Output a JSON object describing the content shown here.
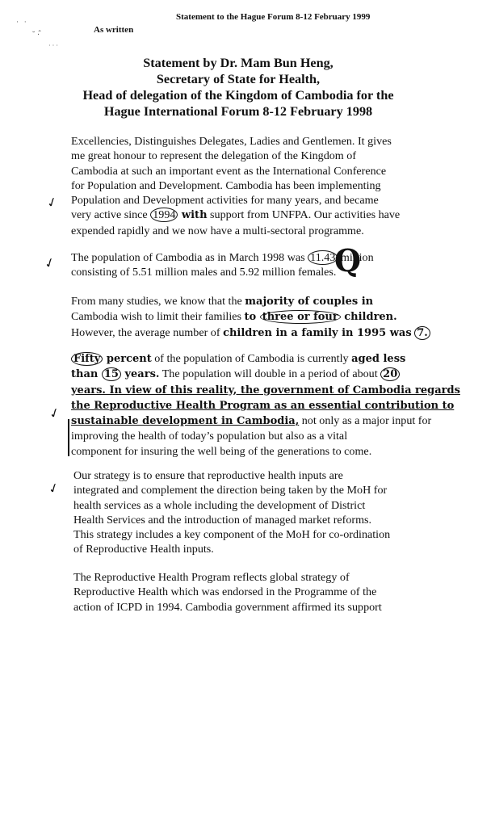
{
  "header": {
    "statement_line": "Statement to the Hague Forum 8-12 February 1999",
    "as_written": "As written"
  },
  "title_lines": [
    "Statement by Dr. Mam Bun Heng,",
    "Secretary of State for Health,",
    "Head of delegation of the Kingdom of Cambodia for the",
    "Hague International Forum 8-12 February 1998"
  ],
  "paragraphs": {
    "p1": [
      "Excellencies, Distinguishes Delegates, Ladies and Gentlemen. It gives",
      "me great honour to represent the delegation of the Kingdom of",
      "Cambodia at such an important event as the International Conference",
      "for Population and Development. Cambodia has been implementing",
      "Population and Development activities for many years, and became",
      {
        "pre": "very active since ",
        "circled": "1994",
        "hand": " with",
        "post": " support from UNFPA. Our activities have"
      },
      "expended rapidly and we now have a multi-sectoral programme."
    ],
    "p2": [
      {
        "pre": "The population of Cambodia as in March 1998 was ",
        "circled": "11.43",
        "post": " million"
      },
      "consisting of 5.51 million males and 5.92 million females."
    ],
    "p3": [
      {
        "pre": "From many studies, we know that the ",
        "hand": "majority of couples in",
        "post": ""
      },
      {
        "pre": "Cambodia wish to limit their families ",
        "hand_pre": "to ",
        "circled": "three or four",
        "hand": " children.",
        "post": ""
      },
      {
        "pre": "However, the average number of ",
        "hand": "children in a family in 1995 was",
        "circled": "7.",
        "post": ""
      }
    ],
    "p4": [
      {
        "circled": "Fifty",
        "hand": " percent",
        "pre": "",
        "post": " of the population of Cambodia is currently ",
        "hand2": "aged less"
      },
      {
        "hand_pre": "than ",
        "circled": "15",
        "hand": " years.",
        "post": "  The population will double in a period of about ",
        "circled2": "20"
      },
      {
        "hand": "years.  In view of this reality, the government of Cambodia regards"
      },
      {
        "hand": "the Reproductive Health Program as an essential contribution to"
      },
      {
        "hand": "sustainable development in Cambodia,",
        "post": " not only as a major input for"
      },
      "improving the health of today’s population but also as a vital",
      "component for insuring the well being of the generations to come."
    ],
    "p5": [
      "Our strategy is to ensure that reproductive health inputs are",
      "integrated and complement the direction being taken by the MoH for",
      "health services as a whole including the development of District",
      "Health Services and the introduction of managed market reforms.",
      "This strategy includes a key component of the MoH for co-ordination",
      "of Reproductive Health inputs."
    ],
    "p6": [
      "The Reproductive Health Program reflects global strategy of",
      "Reproductive Health which was endorsed in the Programme of the",
      "action of ICPD in 1994. Cambodia government affirmed its support"
    ]
  },
  "annotations": {
    "big_letter": "Q",
    "tick_mark": "✓"
  }
}
